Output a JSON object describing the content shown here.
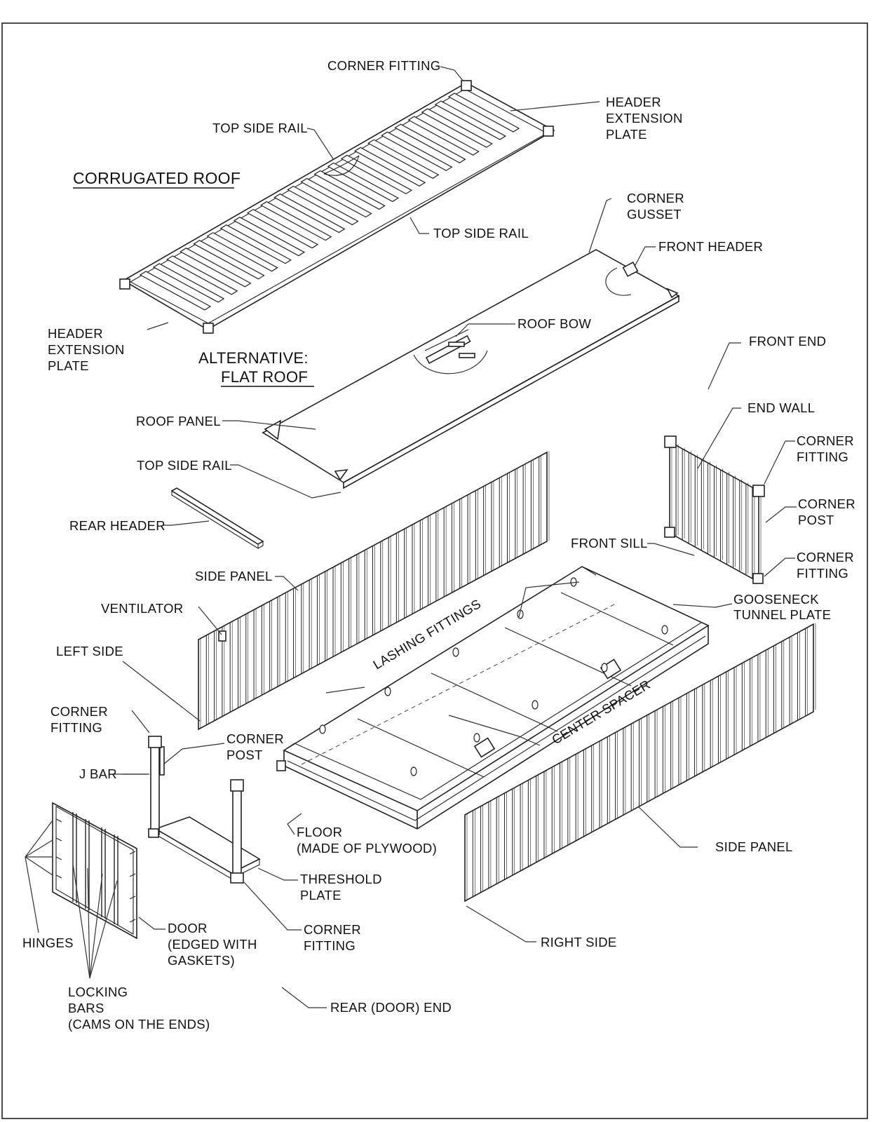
{
  "titles": {
    "corrugated_roof": "CORRUGATED ROOF",
    "alternative": "ALTERNATIVE:",
    "flat_roof": "FLAT ROOF"
  },
  "labels": {
    "corner_fitting_top": "CORNER FITTING",
    "header_extension_plate_right": [
      "HEADER",
      "EXTENSION",
      "PLATE"
    ],
    "top_side_rail_1": "TOP SIDE RAIL",
    "top_side_rail_2": "TOP SIDE RAIL",
    "corner_gusset": [
      "CORNER",
      "GUSSET"
    ],
    "front_header": "FRONT HEADER",
    "roof_bow": "ROOF BOW",
    "header_extension_plate_left": [
      "HEADER",
      "EXTENSION",
      "PLATE"
    ],
    "front_end": "FRONT END",
    "end_wall": "END WALL",
    "roof_panel": "ROOF PANEL",
    "corner_fitting_ew_top": [
      "CORNER",
      "FITTING"
    ],
    "top_side_rail_3": "TOP SIDE RAIL",
    "corner_post_ew": [
      "CORNER",
      "POST"
    ],
    "rear_header": "REAR HEADER",
    "front_sill": "FRONT SILL",
    "corner_fitting_ew_bottom": [
      "CORNER",
      "FITTING"
    ],
    "side_panel_left": "SIDE PANEL",
    "gooseneck_tunnel_plate": [
      "GOOSENECK",
      "TUNNEL PLATE"
    ],
    "ventilator": "VENTILATOR",
    "lashing_fittings": "LASHING FITTINGS",
    "left_side": "LEFT SIDE",
    "center_spacer": "CENTER SPACER",
    "corner_fitting_left": [
      "CORNER",
      "FITTING"
    ],
    "corner_post_rear": [
      "CORNER",
      "POST"
    ],
    "j_bar": "J BAR",
    "floor": [
      "FLOOR",
      "(MADE OF PLYWOOD)"
    ],
    "side_panel_right": "SIDE PANEL",
    "threshold_plate": [
      "THRESHOLD",
      "PLATE"
    ],
    "door": [
      "DOOR",
      "(EDGED WITH",
      "GASKETS)"
    ],
    "corner_fitting_rear": [
      "CORNER",
      "FITTING"
    ],
    "right_side": "RIGHT SIDE",
    "hinges": "HINGES",
    "locking_bars": [
      "LOCKING",
      "BARS",
      "(CAMS ON THE ENDS)"
    ],
    "rear_door_end": "REAR (DOOR) END"
  }
}
